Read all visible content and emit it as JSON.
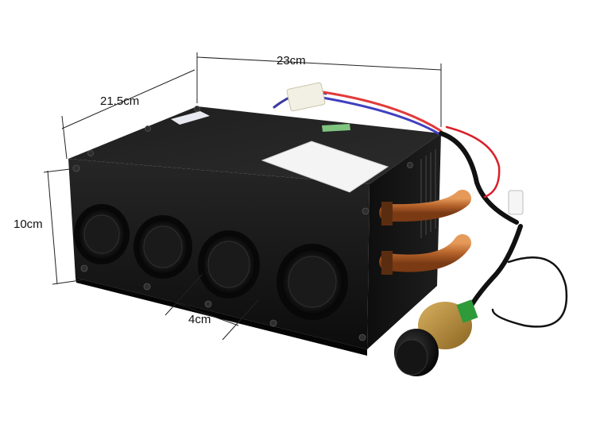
{
  "dimensions": {
    "width_label": "23cm",
    "depth_label": "21.5cm",
    "height_label": "10cm",
    "outlet_label": "4cm"
  },
  "colors": {
    "housing": "#141414",
    "copper": "#c06a2e",
    "wire_red": "#d8202a",
    "wire_black": "#111111"
  }
}
